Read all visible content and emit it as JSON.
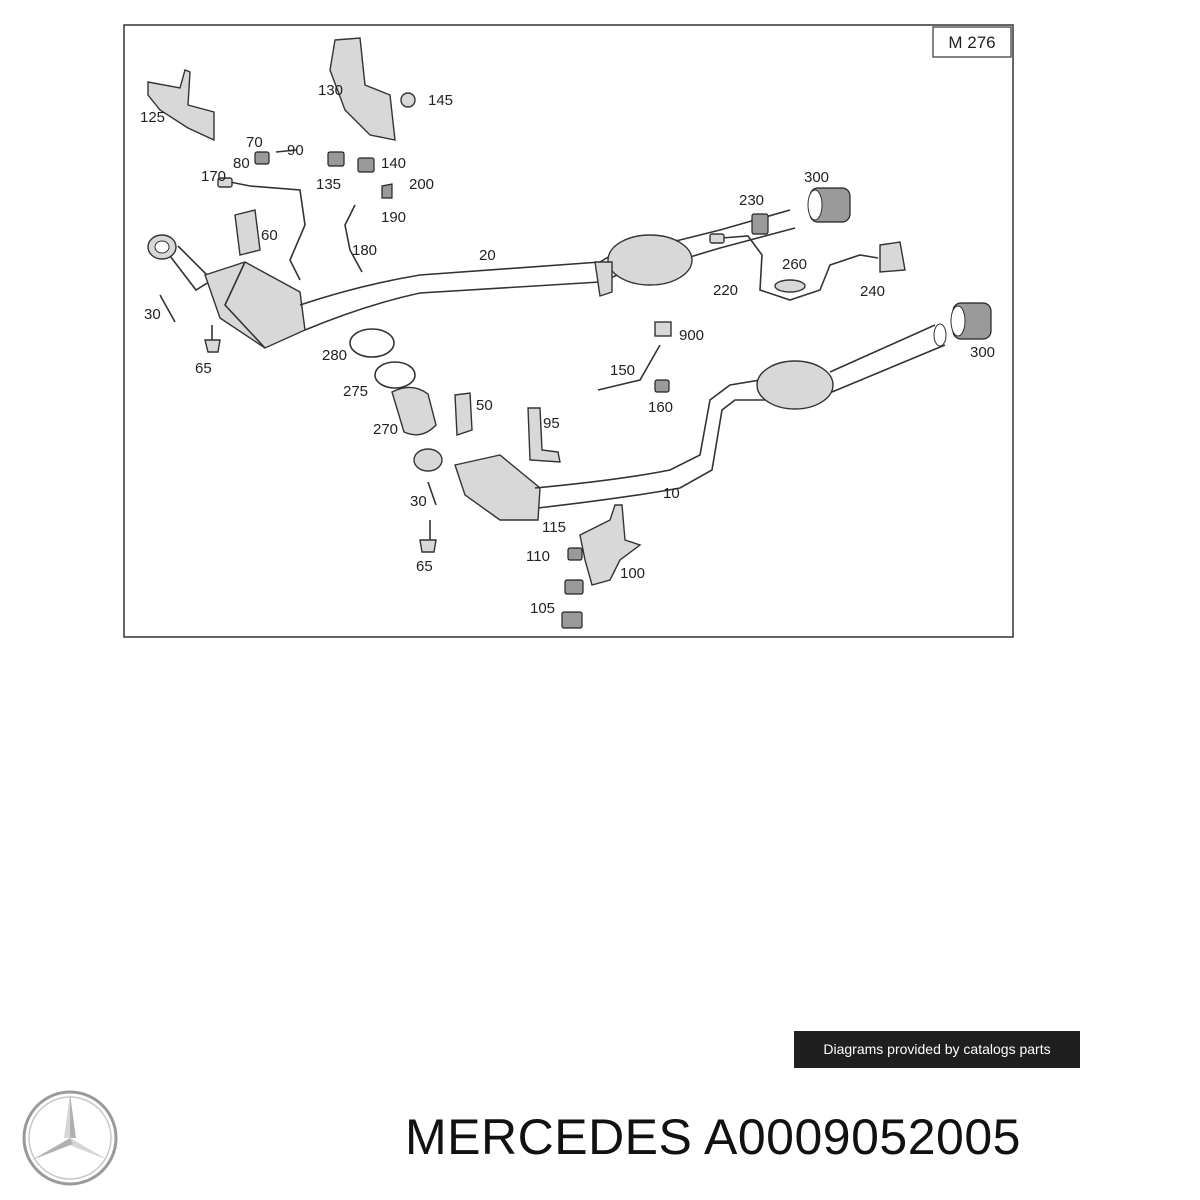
{
  "diagram": {
    "model_tag": "M 276",
    "labels": [
      "125",
      "130",
      "145",
      "70",
      "90",
      "80",
      "140",
      "135",
      "170",
      "200",
      "190",
      "60",
      "180",
      "20",
      "230",
      "300",
      "260",
      "220",
      "240",
      "30",
      "65",
      "280",
      "275",
      "270",
      "50",
      "95",
      "900",
      "150",
      "160",
      "300",
      "10",
      "30",
      "115",
      "110",
      "100",
      "65",
      "105"
    ]
  },
  "credit": "Diagrams provided by catalogs parts",
  "footer": {
    "title": "MERCEDES A0009052005"
  },
  "icons": {
    "brand": "mercedes-star-icon"
  }
}
